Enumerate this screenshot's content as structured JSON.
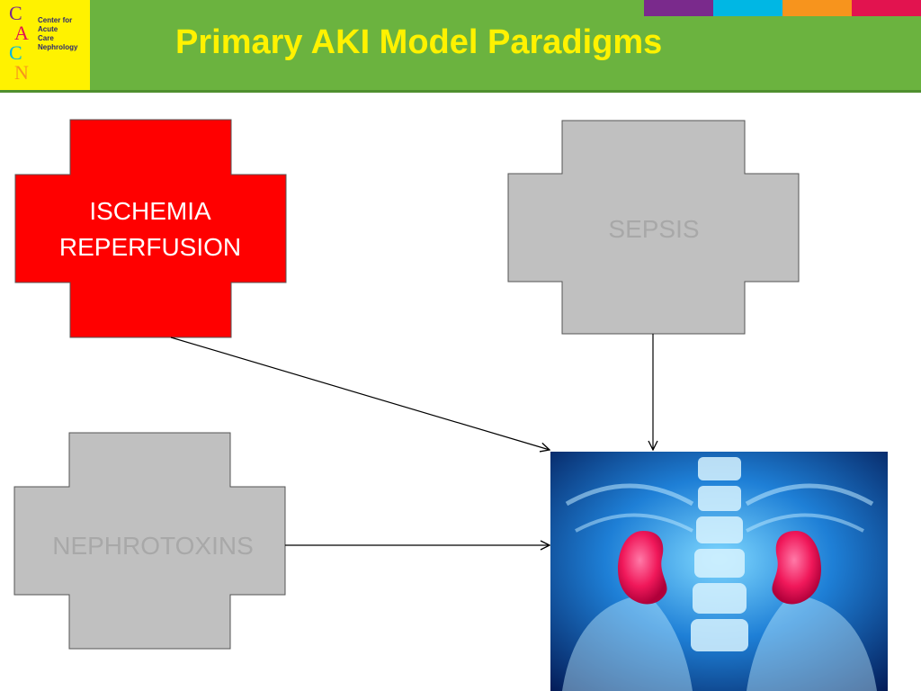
{
  "header": {
    "title": "Primary AKI Model Paradigms",
    "logo": {
      "letters": [
        "C",
        "A",
        "C",
        "N"
      ],
      "lines": [
        "Center for",
        "Acute",
        "Care",
        "Nephrology"
      ]
    },
    "stripe_colors": [
      "#7a2a8c",
      "#00b7e4",
      "#f7941d",
      "#e2134f"
    ]
  },
  "diagram": {
    "nodes": [
      {
        "id": "ischemia",
        "label_lines": [
          "ISCHEMIA",
          "REPERFUSION"
        ],
        "fill": "#ff0000",
        "text_color": "#ffffff"
      },
      {
        "id": "sepsis",
        "label_lines": [
          "SEPSIS"
        ],
        "fill": "#c0c0c0",
        "text_color": "#a8a8a8"
      },
      {
        "id": "nephrotoxins",
        "label_lines": [
          "NEPHROTOXINS"
        ],
        "fill": "#c0c0c0",
        "text_color": "#a8a8a8"
      }
    ],
    "target": {
      "id": "kidney-xray",
      "description": "kidney-xray-image"
    },
    "edges": [
      {
        "from": "ischemia",
        "to": "kidney-xray"
      },
      {
        "from": "sepsis",
        "to": "kidney-xray"
      },
      {
        "from": "nephrotoxins",
        "to": "kidney-xray"
      }
    ]
  }
}
